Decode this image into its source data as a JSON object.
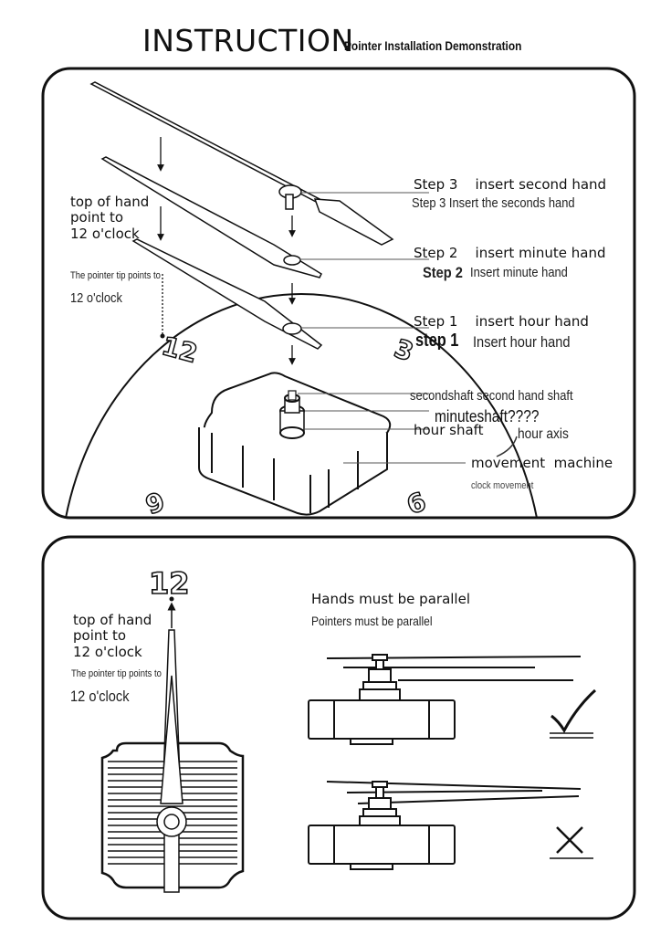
{
  "header": {
    "title": "INSTRUCTION",
    "subtitle": "Pointer Installation Demonstration"
  },
  "panel_top": {
    "left_label_en": "top of hand\npoint to\n12 o'clock",
    "left_label_cn1": "The pointer tip points to",
    "left_label_cn2": "12 o'clock",
    "dial_numbers": [
      "12",
      "3",
      "9",
      "6"
    ],
    "step3_en": "Step 3    insert second hand",
    "step3_cn": "Step 3 Insert the seconds hand",
    "step2_en": "Step 2    insert minute hand",
    "step2_cn_num": "Step 2",
    "step2_cn": "Insert minute hand",
    "step1_en": "Step 1    insert hour hand",
    "step1_cn_num": "step 1",
    "step1_cn": "Insert hour hand",
    "secondshaft": "secondshaft second hand shaft",
    "minuteshaft": "minuteshaft????",
    "hourshaft": "hour shaft",
    "houraxis": "hour axis",
    "movement_en": "movement  machine",
    "movement_cn": "clock movement"
  },
  "panel_bottom": {
    "twelve": "12",
    "left_label_en": "top of hand\npoint to\n12 o'clock",
    "left_label_cn1": "The pointer tip points to",
    "left_label_cn2": "12 o'clock",
    "parallel_en": "Hands must be parallel",
    "parallel_cn": "Pointers must be parallel",
    "correct_icon": "check-mark-icon",
    "wrong_icon": "cross-mark-icon"
  }
}
